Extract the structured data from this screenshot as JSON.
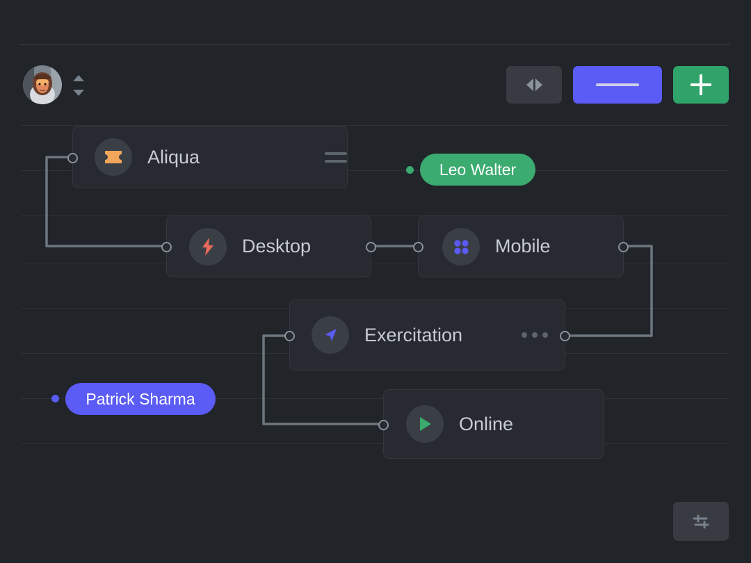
{
  "canvas": {
    "background": "#212429",
    "guide_rail_count": 8
  },
  "header": {
    "avatar": {
      "icon": "user-avatar-photo",
      "alt": "user avatar"
    },
    "sort_control": {
      "icon": "sort-up-down-icon"
    },
    "buttons": [
      {
        "name": "collapse-expand-button",
        "icon": "left-right-arrows-icon",
        "label": "",
        "color": "#383c42"
      },
      {
        "name": "minus-button",
        "icon": "minus-icon",
        "label": "",
        "color": "#5b5bf5"
      },
      {
        "name": "add-button",
        "icon": "plus-icon",
        "label": "",
        "color": "#2fa369"
      }
    ]
  },
  "nodes": [
    {
      "id": "aliqua",
      "label": "Aliqua",
      "icon": "ticket-icon",
      "icon_color": "#f2a65a",
      "action": "equals-menu-icon",
      "ports": [
        "left"
      ]
    },
    {
      "id": "desktop",
      "label": "Desktop",
      "icon": "lightning-bolt-icon",
      "icon_color": "#ea6a5b",
      "action": "",
      "ports": [
        "left",
        "right"
      ]
    },
    {
      "id": "mobile",
      "label": "Mobile",
      "icon": "grid-dots-icon",
      "icon_color": "#5b5bf5",
      "action": "",
      "ports": [
        "left",
        "right"
      ]
    },
    {
      "id": "exercitation",
      "label": "Exercitation",
      "icon": "navigation-arrow-icon",
      "icon_color": "#5b5bf5",
      "action": "ellipsis-menu-icon",
      "ports": [
        "left",
        "right"
      ]
    },
    {
      "id": "online",
      "label": "Online",
      "icon": "play-triangle-icon",
      "icon_color": "#3bab6f",
      "action": "",
      "ports": [
        "left"
      ]
    }
  ],
  "pills": [
    {
      "id": "leo",
      "label": "Leo Walter",
      "color": "#3bab6f",
      "dot_color": "#3bab6f"
    },
    {
      "id": "patrick",
      "label": "Patrick Sharma",
      "color": "#5b5bf5",
      "dot_color": "#5b5bf5"
    }
  ],
  "footer": {
    "settings_button": {
      "name": "sliders-settings-button",
      "icon": "sliders-icon",
      "color": "#383c42"
    }
  },
  "colors": {
    "background": "#212429",
    "node_fill": "#272a30",
    "node_border": "#34383e",
    "wire": "#6e767f",
    "rail": "#2e3238",
    "text": "#c7ccd2",
    "accent_purple": "#5b5bf5",
    "accent_green": "#3bab6f",
    "accent_orange": "#f2a65a",
    "accent_red": "#ea6a5b"
  }
}
